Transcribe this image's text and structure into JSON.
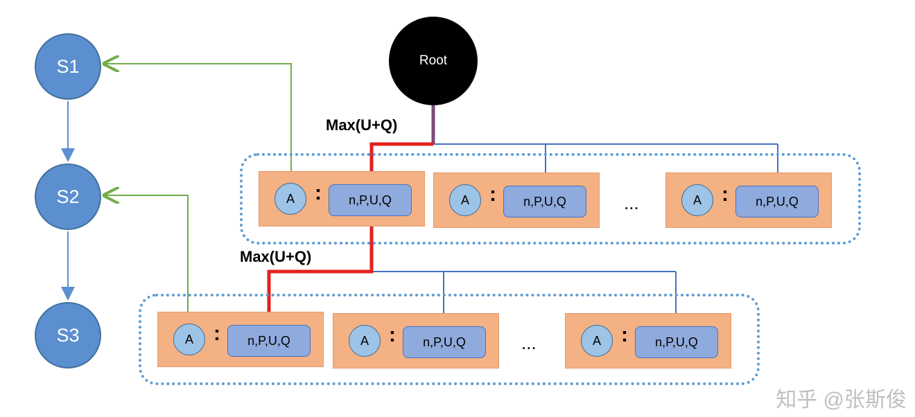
{
  "states": [
    "S1",
    "S2",
    "S3"
  ],
  "root_label": "Root",
  "max_label": "Max(U+Q)",
  "action_label": "A",
  "separator": ":",
  "stats_label": "n,P,U,Q",
  "ellipsis": "...",
  "watermark": "知乎 @张斯俊",
  "colors": {
    "selection_path": "#e3211c",
    "tree_edge": "#4472c4",
    "backup_arrow": "#70ad47",
    "state_node": "#5b8fcf",
    "edge_box": "#f4b183",
    "stats_box": "#8faadc"
  }
}
